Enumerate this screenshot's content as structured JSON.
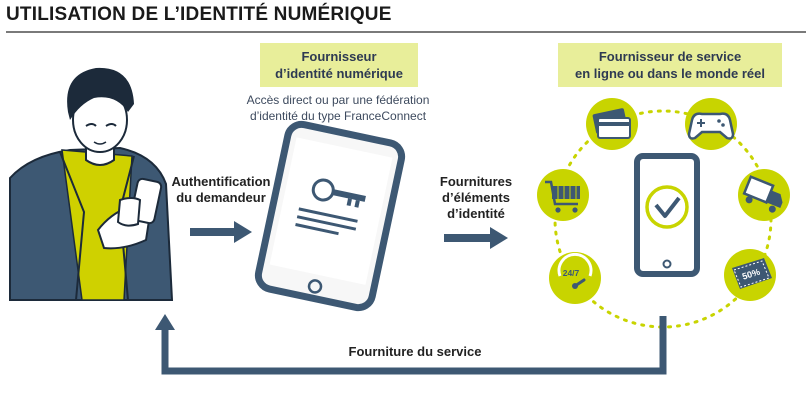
{
  "title": "UTILISATION DE L’IDENTITÉ NUMÉRIQUE",
  "identity_provider": {
    "line1": "Fournisseur",
    "line2": "d’identité numérique",
    "desc_line1": "Accès direct ou par une fédération",
    "desc_line2": "d’identité du type FranceConnect"
  },
  "service_provider": {
    "line1": "Fournisseur de service",
    "line2": "en ligne ou dans le monde réel"
  },
  "steps": {
    "auth_line1": "Authentification",
    "auth_line2": "du demandeur",
    "supply_line1": "Fournitures",
    "supply_line2": "d’éléments",
    "supply_line3": "d’identité",
    "service": "Fourniture du service"
  },
  "icons": {
    "badge_247": "24/7",
    "badge_50": "50%"
  },
  "colors": {
    "accent_yellow": "#c8d400",
    "label_bg": "#e8ee9a",
    "navy": "#2e3a52",
    "steel": "#46627a"
  }
}
